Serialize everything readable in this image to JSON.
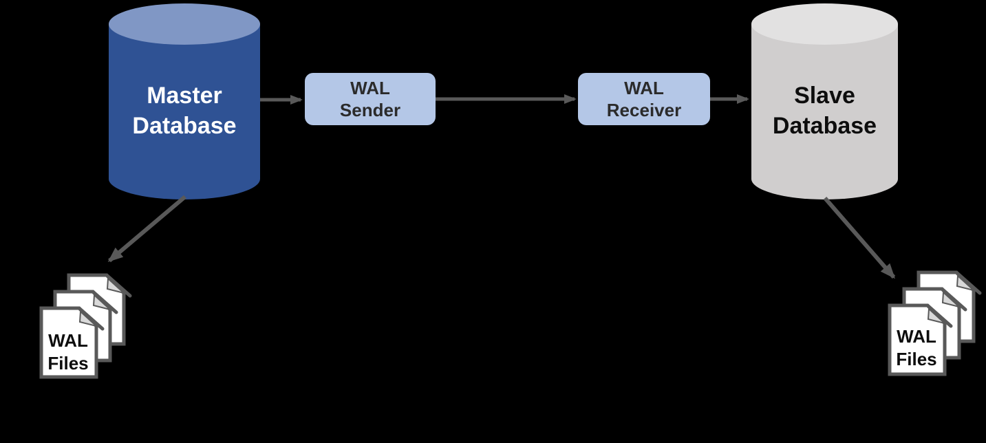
{
  "diagram": {
    "background": "#000000",
    "nodes": {
      "master_db": {
        "type": "cylinder",
        "label": "Master Database",
        "line1": "Master",
        "line2": "Database",
        "body_color": "#2F5294",
        "top_color": "#8097C5",
        "text_color": "#FFFFFF"
      },
      "wal_sender": {
        "type": "process",
        "label": "WAL Sender",
        "line1": "WAL",
        "line2": "Sender",
        "fill": "#B4C7E7",
        "text_color": "#2B2B2B"
      },
      "wal_receiver": {
        "type": "process",
        "label": "WAL Receiver",
        "line1": "WAL",
        "line2": "Receiver",
        "fill": "#B4C7E7",
        "text_color": "#2B2B2B"
      },
      "slave_db": {
        "type": "cylinder",
        "label": "Slave Database",
        "line1": "Slave",
        "line2": "Database",
        "body_color": "#D0CECE",
        "top_color": "#E2E1E1",
        "text_color": "#0D0D0D"
      },
      "wal_files_left": {
        "type": "document-stack",
        "label": "WAL Files",
        "line1": "WAL",
        "line2": "Files",
        "page_fill": "#FFFFFF",
        "border_color": "#595959",
        "fold_color": "#D9D9D9"
      },
      "wal_files_right": {
        "type": "document-stack",
        "label": "WAL Files",
        "line1": "WAL",
        "line2": "Files",
        "page_fill": "#FFFFFF",
        "border_color": "#595959",
        "fold_color": "#D9D9D9"
      }
    },
    "arrows": {
      "color": "#595959",
      "list": [
        {
          "from": "master_db",
          "to": "wal_sender"
        },
        {
          "from": "wal_sender",
          "to": "wal_receiver"
        },
        {
          "from": "wal_receiver",
          "to": "slave_db"
        },
        {
          "from": "master_db",
          "to": "wal_files_left"
        },
        {
          "from": "slave_db",
          "to": "wal_files_right"
        }
      ]
    }
  }
}
